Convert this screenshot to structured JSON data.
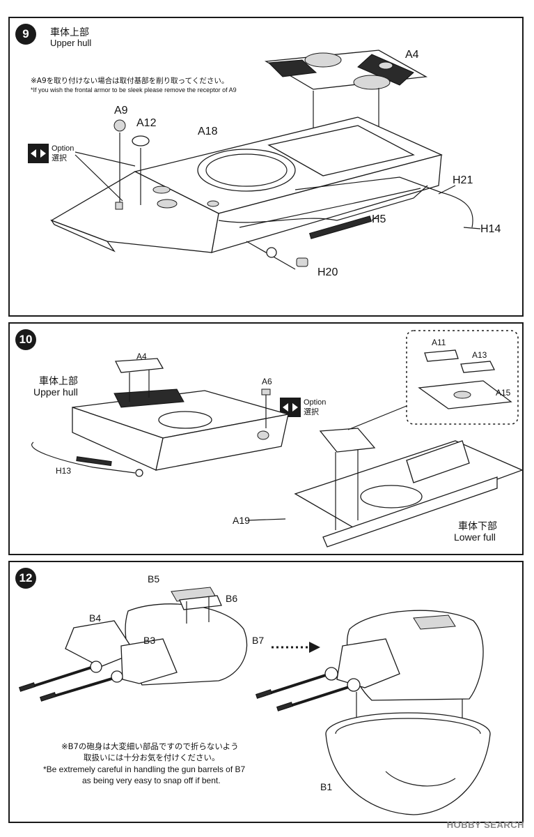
{
  "steps": [
    {
      "number": "9",
      "title_jp": "車体上部",
      "title_en": "Upper hull",
      "note_jp": "※A9を取り付けない場合は取付基部を削り取ってください。",
      "note_en": "*If you wish the frontal armor to be sleek please remove the receptor of A9",
      "option_en": "Option",
      "option_jp": "選択",
      "parts": [
        "A9",
        "A12",
        "A18",
        "A4",
        "H21",
        "H14",
        "H5",
        "H20"
      ]
    },
    {
      "number": "10",
      "upper_jp": "車体上部",
      "upper_en": "Upper hull",
      "lower_jp": "車体下部",
      "lower_en": "Lower full",
      "option_en": "Option",
      "option_jp": "選択",
      "parts": [
        "A4",
        "A6",
        "H13",
        "A19",
        "A11",
        "A13",
        "A15"
      ]
    },
    {
      "number": "12",
      "parts": [
        "B5",
        "B6",
        "B4",
        "B3",
        "B7",
        "B1"
      ],
      "warning_jp_1": "※B7の砲身は大変細い部品ですので折らないよう",
      "warning_jp_2": "取扱いには十分お気を付けください。",
      "warning_en_1": "*Be extremely careful in handling the gun barrels of B7",
      "warning_en_2": "as being very easy to snap off if bent."
    }
  ],
  "watermark": "HOBBY SEARCH"
}
